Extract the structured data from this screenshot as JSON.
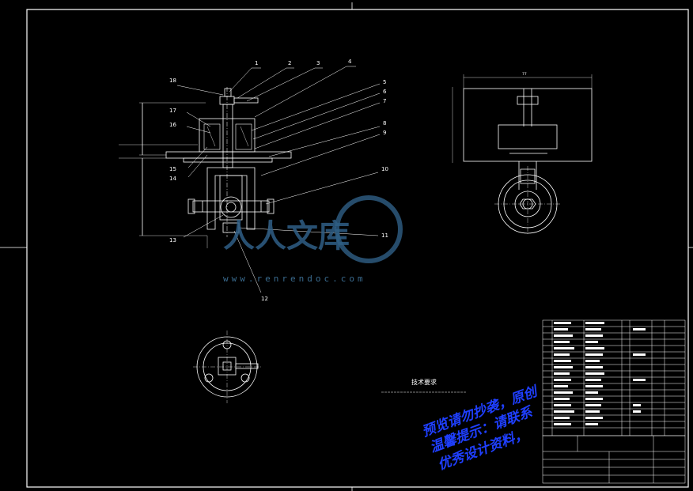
{
  "callouts": {
    "n1": "1",
    "n2": "2",
    "n3": "3",
    "n4": "4",
    "n5": "5",
    "n6": "6",
    "n7": "7",
    "n8": "8",
    "n9": "9",
    "n10": "10",
    "n11": "11",
    "n12": "12",
    "n13": "13",
    "n14": "14",
    "n15": "15",
    "n16": "16",
    "n17": "17",
    "n18": "18"
  },
  "dimensions": {
    "top_width": "77"
  },
  "technical_requirements": {
    "title": "技术要求"
  },
  "watermark": {
    "brand": "人人文库",
    "url": "www.renrendoc.com"
  },
  "notices": {
    "line1": "预览请勿抄袭，原创",
    "line2": "温馨提示：请联系",
    "line3": "优秀设计资料，"
  },
  "colors": {
    "background": "#000000",
    "lines": "#ffffff",
    "watermark": "#2f5f86",
    "notice": "#1f3fff"
  }
}
